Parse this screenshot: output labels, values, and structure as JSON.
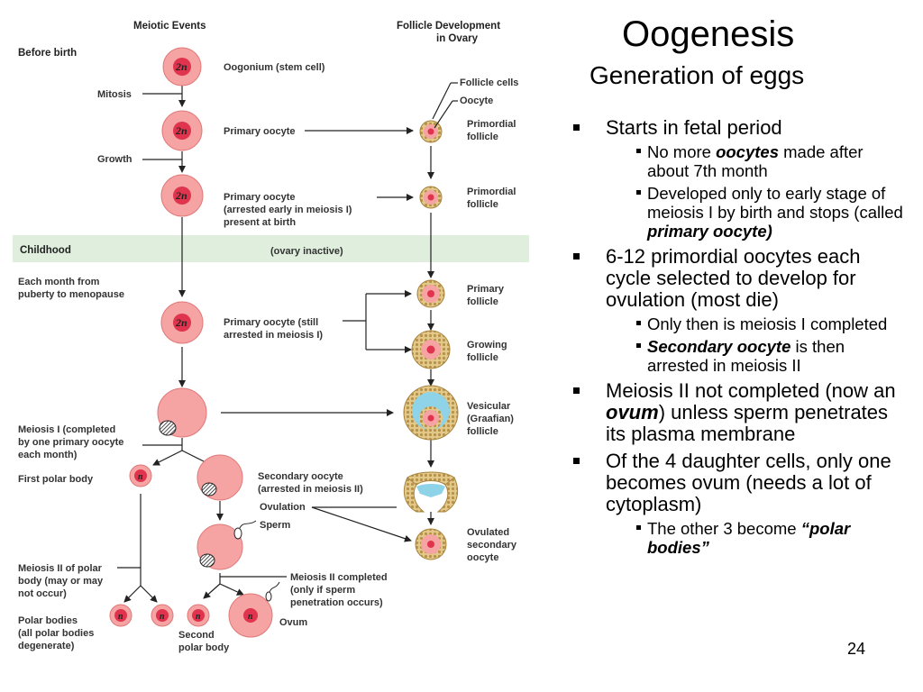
{
  "slide": {
    "title": "Oogenesis",
    "subtitle": "Generation of eggs",
    "slide_number": "24"
  },
  "bullets": [
    {
      "parts": [
        "Starts in fetal period"
      ],
      "sub": [
        {
          "parts": [
            "No more ",
            "oocytes",
            " made after about 7th month"
          ]
        },
        {
          "parts": [
            "Developed only to early stage of meiosis I by birth and stops (called ",
            "primary oocyte)",
            ""
          ]
        }
      ]
    },
    {
      "parts": [
        "6-12 primordial oocytes each cycle selected to develop for ovulation (most die)"
      ],
      "sub": [
        {
          "parts": [
            "Only then is meiosis I completed"
          ]
        },
        {
          "parts": [
            "",
            "Secondary oocyte",
            " is then arrested in meiosis II"
          ]
        }
      ]
    },
    {
      "parts": [
        "Meiosis II not completed (now an ",
        "ovum",
        ") unless sperm penetrates its plasma membrane"
      ],
      "sub": []
    },
    {
      "parts": [
        "Of the 4 daughter cells, only one becomes ovum (needs a lot of cytoplasm)"
      ],
      "sub": [
        {
          "parts": [
            "The other 3 become ",
            "“polar bodies”",
            ""
          ]
        }
      ]
    }
  ],
  "diagram": {
    "headers": {
      "meiotic": [
        "Meiotic Events"
      ],
      "follicle": [
        "Follicle Development",
        "in Ovary"
      ]
    },
    "stages": {
      "before_birth": "Before birth",
      "childhood": "Childhood",
      "each_month": [
        "Each month from",
        "puberty to menopause"
      ],
      "ovary_inactive": "(ovary inactive)"
    },
    "processes": {
      "mitosis": "Mitosis",
      "growth": "Growth",
      "meiosis1": [
        "Meiosis I (completed",
        "by one primary oocyte",
        "each month)"
      ],
      "meiosis2_polar": [
        "Meiosis II of polar",
        "body (may or may",
        "not occur)"
      ]
    },
    "cell_labels": {
      "oogonium": "Oogonium (stem cell)",
      "primary1": "Primary oocyte",
      "primary2": [
        "Primary oocyte",
        "(arrested early in meiosis I)",
        "present at birth"
      ],
      "primary3": [
        "Primary oocyte (still",
        "arrested in meiosis I)"
      ],
      "first_polar": "First polar body",
      "secondary": [
        "Secondary oocyte",
        "(arrested in meiosis II)"
      ],
      "ovulation": "Ovulation",
      "sperm": "Sperm",
      "meiosis2_done": [
        "Meiosis II completed",
        "(only if sperm",
        "penetration occurs)"
      ],
      "polar_bodies": [
        "Polar bodies",
        "(all polar bodies",
        "degenerate)"
      ],
      "second_polar": [
        "Second",
        "polar body"
      ],
      "ovum": "Ovum"
    },
    "follicle_labels": {
      "follicle_cells": "Follicle cells",
      "oocyte": "Oocyte",
      "primordial": [
        "Primordial",
        "follicle"
      ],
      "primary": [
        "Primary",
        "follicle"
      ],
      "growing": [
        "Growing",
        "follicle"
      ],
      "vesicular": [
        "Vesicular",
        "(Graafian)",
        "follicle"
      ],
      "ovulated": [
        "Ovulated",
        "secondary",
        "oocyte"
      ]
    },
    "cell_symbols": {
      "diploid": "2n",
      "haploid": "n"
    }
  }
}
